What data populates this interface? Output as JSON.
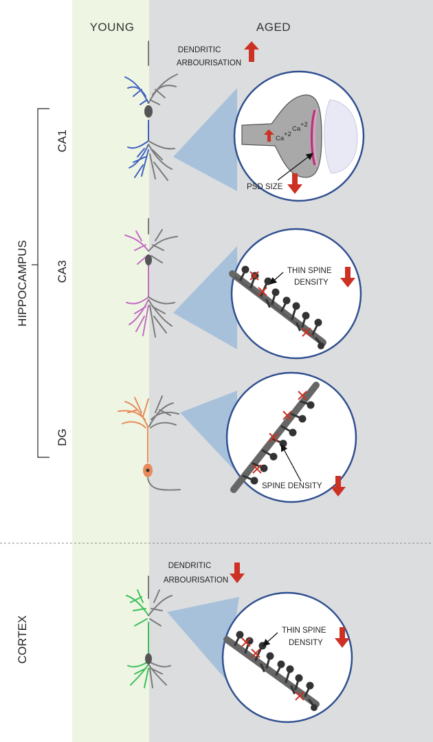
{
  "columns": {
    "young": "YOUNG",
    "aged": "AGED"
  },
  "regions": {
    "hippocampus": "HIPPOCAMPUS",
    "cortex": "CORTEX"
  },
  "subregions": {
    "ca1": "CA1",
    "ca3": "CA3",
    "dg": "DG"
  },
  "ca1": {
    "label_line1": "DENDRITIC",
    "label_line2": "ARBOURISATION",
    "trend": "up",
    "inset": {
      "ca_label_a": "Ca",
      "ca_label_b": "Ca",
      "superscript": "+2",
      "psd_label": "PSD SIZE",
      "psd_trend": "down"
    }
  },
  "ca3": {
    "inset": {
      "label_line1": "THIN SPINE",
      "label_line2": "DENSITY",
      "trend": "down"
    }
  },
  "dg": {
    "inset": {
      "label": "SPINE DENSITY",
      "trend": "down"
    }
  },
  "cortex": {
    "label_line1": "DENDRITIC",
    "label_line2": "ARBOURISATION",
    "trend": "down",
    "inset": {
      "label_line1": "THIN SPINE",
      "label_line2": "DENSITY",
      "trend": "down"
    }
  },
  "colors": {
    "young_bg": "#eef6e3",
    "aged_bg": "#dcdddf",
    "ca1_neuron": "#3f5fbf",
    "ca3_neuron": "#c46bc4",
    "dg_neuron": "#e88a5c",
    "cortex_neuron": "#3dbf5a",
    "aged_neuron": "#7a7a7a",
    "arrow": "#cc3124",
    "cone": "#9fbcd9",
    "circle_border": "#2f4f8f"
  }
}
